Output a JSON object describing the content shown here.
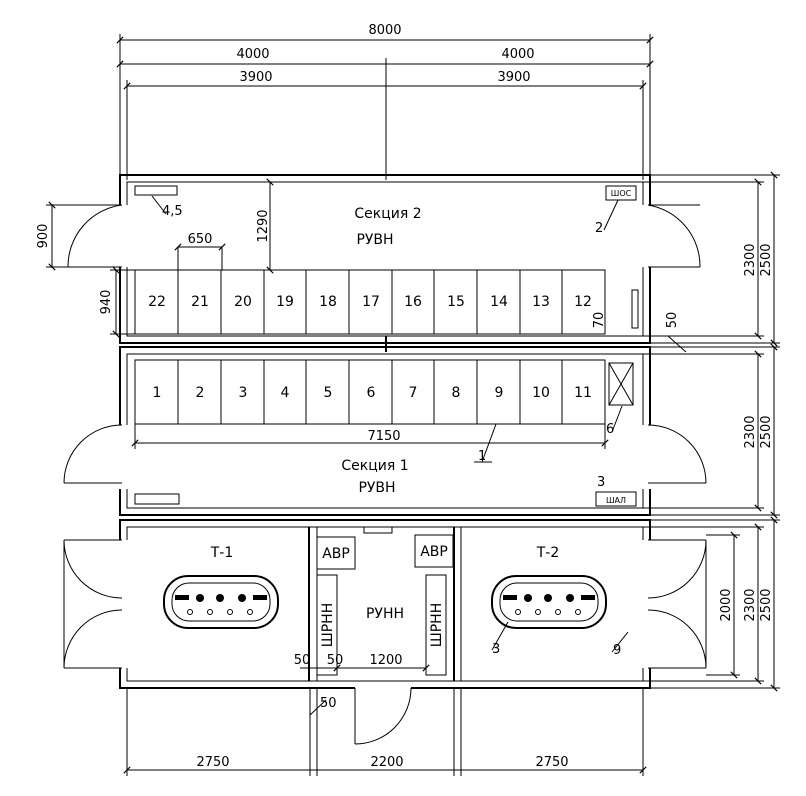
{
  "sections": {
    "s2_title": "Секция 2",
    "s2_sub": "РУВН",
    "s1_title": "Секция 1",
    "s1_sub": "РУВН",
    "t1": "Т-1",
    "t2": "Т-2",
    "runn": "РУНН",
    "avr_left": "АВР",
    "avr_right": "АВР",
    "shrnn_left": "ШРНН",
    "shrnn_right": "ШРНН",
    "shos": "ШОС",
    "shal": "ШАЛ"
  },
  "cells_top": [
    "22",
    "21",
    "20",
    "19",
    "18",
    "17",
    "16",
    "15",
    "14",
    "13",
    "12"
  ],
  "cells_bottom": [
    "1",
    "2",
    "3",
    "4",
    "5",
    "6",
    "7",
    "8",
    "9",
    "10",
    "11"
  ],
  "dimensions": {
    "total_width": "8000",
    "half_left": "4000",
    "half_right": "4000",
    "inner_left": "3900",
    "inner_right": "3900",
    "door_900": "900",
    "cell_650": "650",
    "depth_1290": "1290",
    "cell_940": "940",
    "gap_70": "70",
    "gap_50_right": "50",
    "row_7150": "7150",
    "h2300_a": "2300",
    "h2500_a": "2500",
    "h2300_b": "2300",
    "h2500_b": "2500",
    "h2300_c": "2300",
    "h2500_c": "2500",
    "h2000": "2000",
    "gap_50_left": "50",
    "gap_50_mid": "50",
    "span_1200": "1200",
    "gap_50_bottom": "50",
    "bottom_2750_left": "2750",
    "bottom_2200": "2200",
    "bottom_2750_right": "2750"
  },
  "callouts": {
    "c45": "4,5",
    "c2": "2",
    "c6": "6",
    "c1": "1",
    "c3": "3",
    "c3b": "3",
    "c9": "9"
  }
}
